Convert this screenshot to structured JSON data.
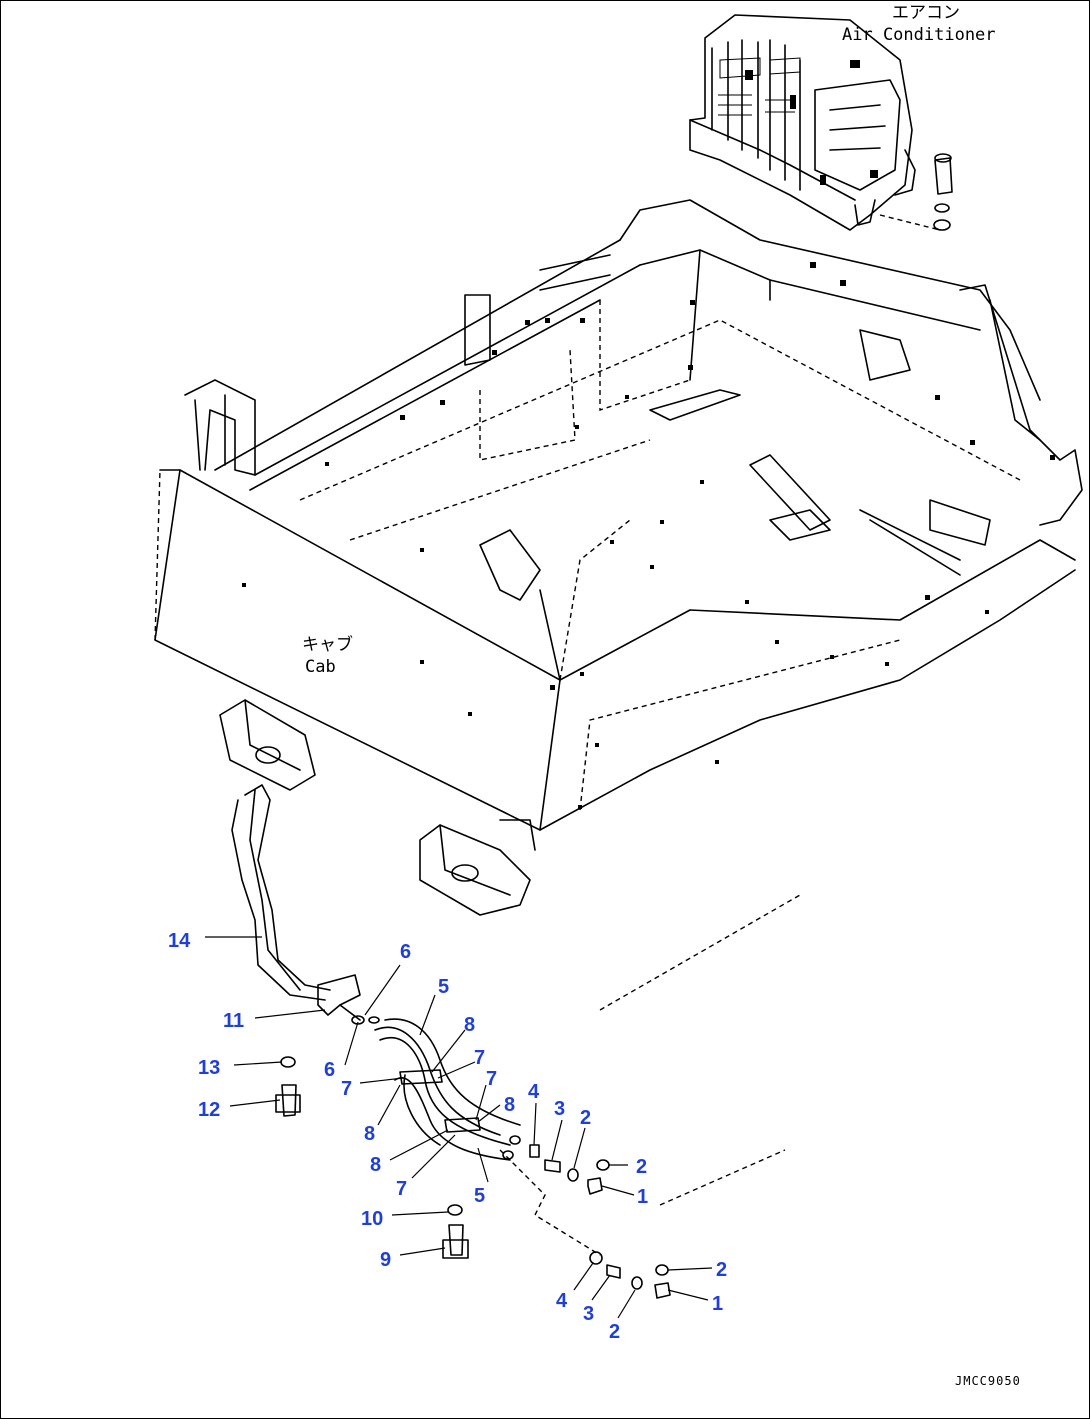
{
  "labels": {
    "air_conditioner_jp": "エアコン",
    "air_conditioner_en": "Air Conditioner",
    "cab_jp": "キャブ",
    "cab_en": "Cab",
    "drawing_code": "JMCC9050"
  },
  "callout_color": "#1f3fd6",
  "callouts": {
    "c14": "14",
    "c6a": "6",
    "c11": "11",
    "c6b": "6",
    "c5a": "5",
    "c8a": "8",
    "c13": "13",
    "c7a": "7",
    "c7b": "7",
    "c7c": "7",
    "c8b": "8",
    "c12": "12",
    "c8c": "8",
    "c4a": "4",
    "c3a": "3",
    "c2a": "2",
    "c8d": "8",
    "c7d": "7",
    "c2b": "2",
    "c1a": "1",
    "c5b": "5",
    "c10": "10",
    "c9": "9",
    "c2c": "2",
    "c4b": "4",
    "c1b": "1",
    "c3b": "3",
    "c2d": "2"
  }
}
